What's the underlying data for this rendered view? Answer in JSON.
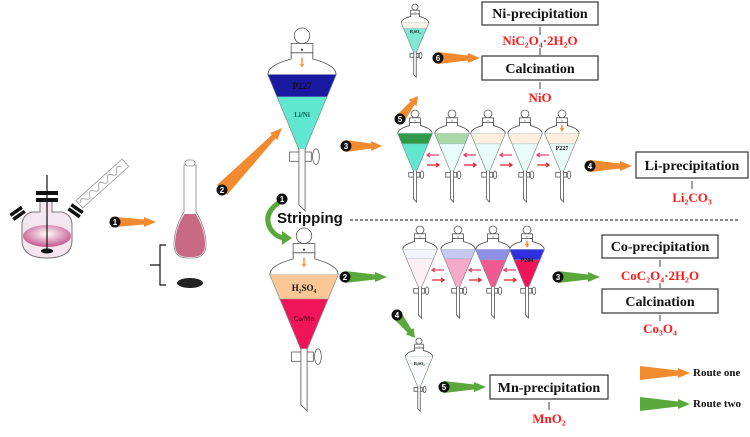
{
  "colors": {
    "route_one": "#f28a30",
    "route_two": "#5aa83c",
    "product_text": "#ff1a1a",
    "p227_organic": "#1a1aa0",
    "li_ni_aqueous": "#5fe8cf",
    "h2so4_strip": "#fbc796",
    "co_mn_aqueous": "#f0145a",
    "leach_solution": "#c96a84",
    "p204_organic": "#3030e0"
  },
  "top_section": {
    "main_funnel": {
      "reagent": "P227",
      "layer": "Li/Ni"
    },
    "nickel_funnel_label": "H₂SO₄",
    "series_last_reagent": "P227",
    "ni_precipitation": "Ni-precipitation",
    "ni_intermediate": "NiC₂O₄·2H₂O",
    "ni_calcination": "Calcination",
    "ni_product": "NiO",
    "li_precipitation": "Li-precipitation",
    "li_product": "Li₂CO₃"
  },
  "stripping_label": "Stripping",
  "bottom_section": {
    "main_funnel": {
      "reagent": "H₂SO₄",
      "layer": "Co/Mn"
    },
    "series_last_reagent": "P204",
    "mn_funnel_label": "H₂SO₄",
    "co_precipitation": "Co-precipitation",
    "co_intermediate": "CoC₂O₄·2H₂O",
    "co_calcination": "Calcination",
    "co_product": "Co₃O₄",
    "mn_precipitation": "Mn-precipitation",
    "mn_product": "MnO₂"
  },
  "steps": {
    "leach": "1",
    "to_extraction": "2",
    "to_series": "3",
    "to_li": "4",
    "to_ni_strip": "5",
    "to_ni_precip": "6",
    "strip": "1",
    "to_series2": "2",
    "to_co": "3",
    "to_mn_strip": "4",
    "to_mn": "5"
  },
  "legend": [
    {
      "label": "Route one",
      "color": "route_one"
    },
    {
      "label": "Route two",
      "color": "route_two"
    }
  ]
}
